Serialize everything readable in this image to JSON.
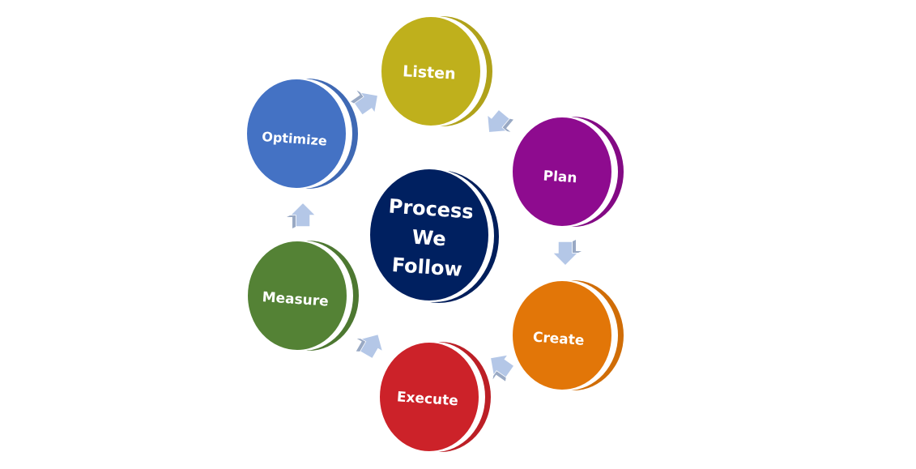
{
  "center": {
    "lines": [
      "Process",
      "We",
      "Follow"
    ],
    "color": "#002060"
  },
  "steps": [
    {
      "label": "Listen",
      "color": "#BFB01C"
    },
    {
      "label": "Plan",
      "color": "#8E0B8F"
    },
    {
      "label": "Create",
      "color": "#E27608"
    },
    {
      "label": "Execute",
      "color": "#CC2229"
    },
    {
      "label": "Measure",
      "color": "#548235"
    },
    {
      "label": "Optimize",
      "color": "#4472C4"
    }
  ],
  "arrow_color": "#B4C7E7"
}
